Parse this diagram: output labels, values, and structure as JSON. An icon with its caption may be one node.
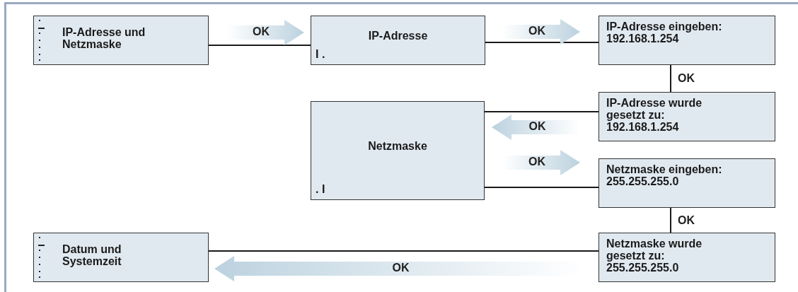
{
  "diagram": {
    "nodes": [
      {
        "text": [
          "IP-Adresse und Netzmaske"
        ]
      },
      {
        "text": [
          "IP-Adresse",
          "I ."
        ]
      },
      {
        "text": [
          "IP-Adresse eingeben: 192.168.1.254"
        ]
      },
      {
        "text": [
          "IP-Adresse wurde gesetzt zu: 192.168.1.254"
        ]
      },
      {
        "text": [
          "Netzmaske",
          ". I"
        ]
      },
      {
        "text": [
          "Netzmaske eingeben: 255.255.255.0"
        ]
      },
      {
        "text": [
          "Netzmaske wurde gesetzt zu: 255.255.255.0"
        ]
      },
      {
        "text": [
          "Datum und Systemzeit"
        ]
      }
    ],
    "edges": [
      {
        "from": 0,
        "to": 1,
        "arrow": "none"
      },
      {
        "from": 0,
        "to": 1,
        "arrow": "to",
        "label": "OK"
      },
      {
        "from": 1,
        "to": 2,
        "arrow": "none"
      },
      {
        "from": 1,
        "to": 2,
        "arrow": "to",
        "label": "OK"
      },
      {
        "from": 2,
        "to": 3,
        "arrow": "none",
        "label": "OK"
      },
      {
        "from": 3,
        "to": 4,
        "arrow": "none"
      },
      {
        "from": 3,
        "to": 4,
        "arrow": "to",
        "label": "OK"
      },
      {
        "from": 4,
        "to": 5,
        "arrow": "none"
      },
      {
        "from": 4,
        "to": 5,
        "arrow": "to",
        "label": "OK"
      },
      {
        "from": 5,
        "to": 6,
        "arrow": "none",
        "label": "OK"
      },
      {
        "from": 6,
        "to": 7,
        "arrow": "none"
      },
      {
        "from": 6,
        "to": 7,
        "arrow": "to",
        "label": "OK"
      }
    ]
  }
}
